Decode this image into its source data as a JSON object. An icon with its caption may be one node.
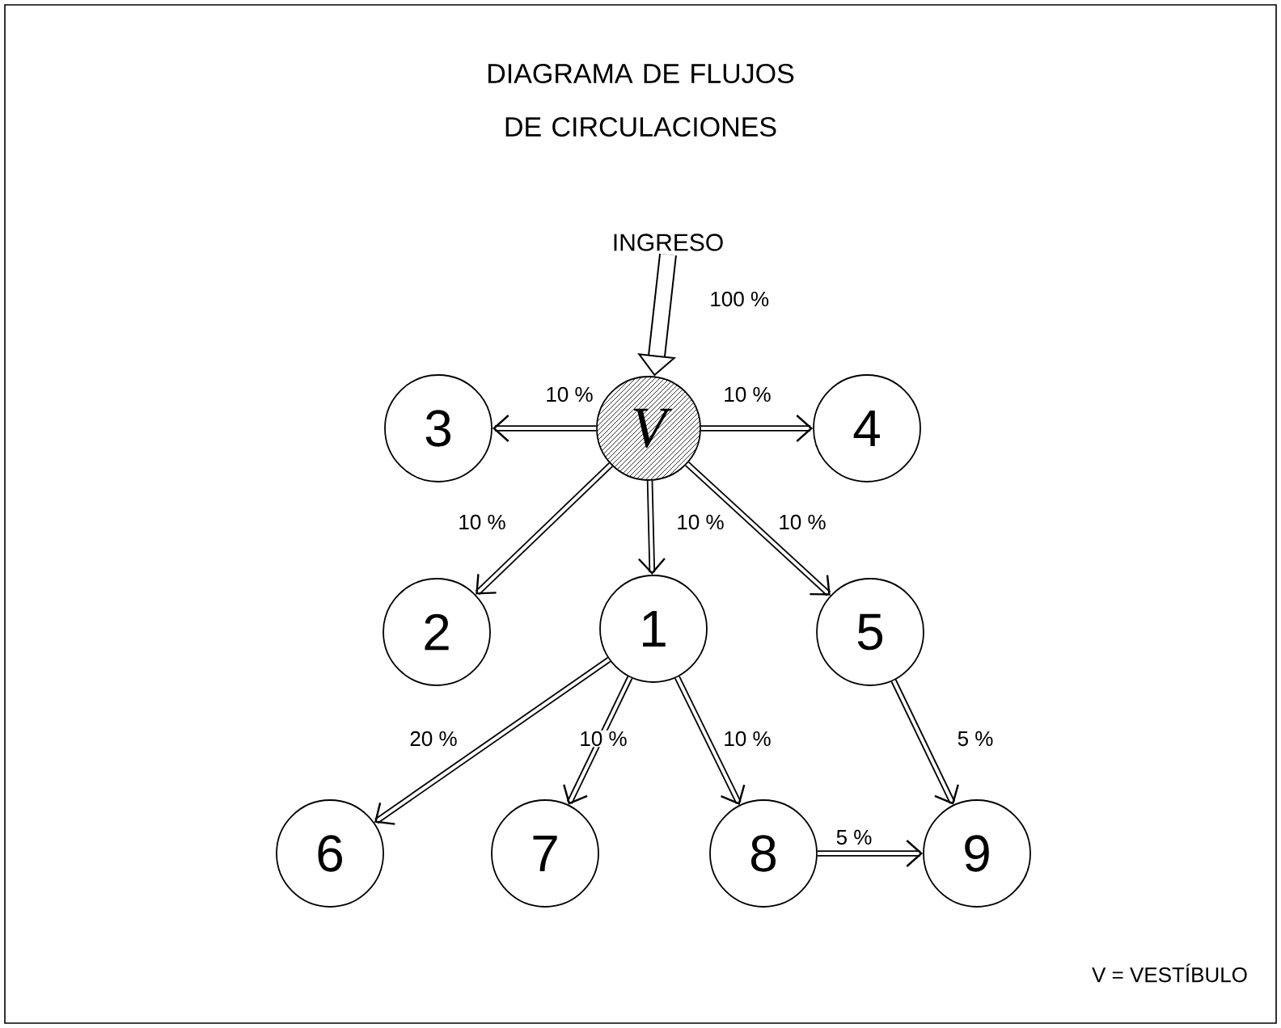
{
  "diagram": {
    "title": "DIAGRAMA DE FLUJOS DE CIRCULACIONES",
    "nodes": [
      {
        "text": [
          "INGRESO"
        ]
      },
      {
        "text": [
          "3"
        ]
      },
      {
        "text": [
          "V"
        ]
      },
      {
        "text": [
          "4"
        ]
      },
      {
        "text": [
          "2"
        ]
      },
      {
        "text": [
          "1"
        ]
      },
      {
        "text": [
          "5"
        ]
      },
      {
        "text": [
          "6"
        ]
      },
      {
        "text": [
          "7"
        ]
      },
      {
        "text": [
          "8"
        ]
      },
      {
        "text": [
          "9"
        ]
      }
    ],
    "edges": [
      {
        "from": 0,
        "to": 2,
        "arrow": "to",
        "label": "100 %",
        "style": "thick"
      },
      {
        "from": 2,
        "to": 1,
        "arrow": "to",
        "label": "10 %"
      },
      {
        "from": 2,
        "to": 3,
        "arrow": "to",
        "label": "10 %"
      },
      {
        "from": 2,
        "to": 4,
        "arrow": "to",
        "label": "10 %"
      },
      {
        "from": 2,
        "to": 5,
        "arrow": "to",
        "label": "10 %"
      },
      {
        "from": 2,
        "to": 6,
        "arrow": "to",
        "label": "10 %"
      },
      {
        "from": 5,
        "to": 7,
        "arrow": "to",
        "label": "20 %"
      },
      {
        "from": 5,
        "to": 8,
        "arrow": "to",
        "label": "10 %"
      },
      {
        "from": 5,
        "to": 9,
        "arrow": "to",
        "label": "10 %"
      },
      {
        "from": 6,
        "to": 10,
        "arrow": "to",
        "label": "5 %"
      },
      {
        "from": 9,
        "to": 10,
        "arrow": "to",
        "label": "5 %"
      }
    ],
    "labels": [
      "V = VESTÍBULO"
    ]
  }
}
